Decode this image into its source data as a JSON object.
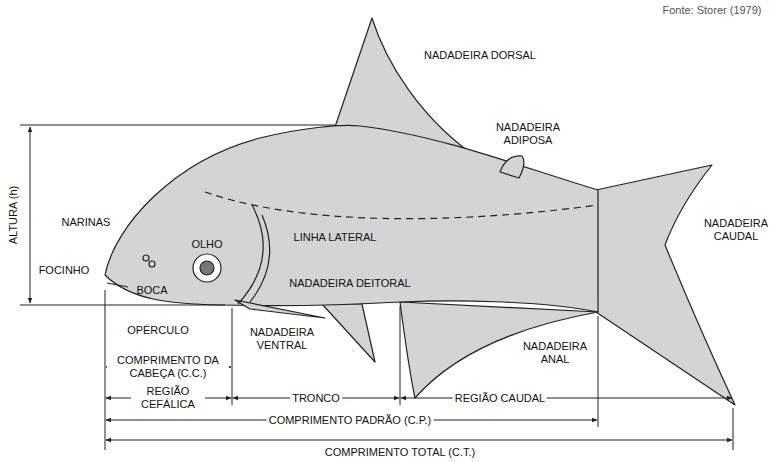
{
  "diagram": {
    "labels": [
      "Fonte: Storer (1979)",
      "NADADEIRA DORSAL",
      "NADADEIRA ADIPOSA",
      "NARINAS",
      "OLHO",
      "FOCINHO",
      "BOCA",
      "LINHA LATERAL",
      "OPÉRCULO",
      "NADADEIRA DEITORAL",
      "NADADEIRA VENTRAL",
      "NADADEIRA ANAL",
      "NADADEIRA CAUDAL",
      "ALTURA (h)",
      "COMPRIMENTO DA CABEÇA (C.C.)",
      "REGIÃO CEFÁLICA",
      "TRONCO",
      "REGIÃO CAUDAL",
      "COMPRIMENTO PADRÃO (C.P.)",
      "COMPRIMENTO TOTAL (C.T.)"
    ]
  }
}
